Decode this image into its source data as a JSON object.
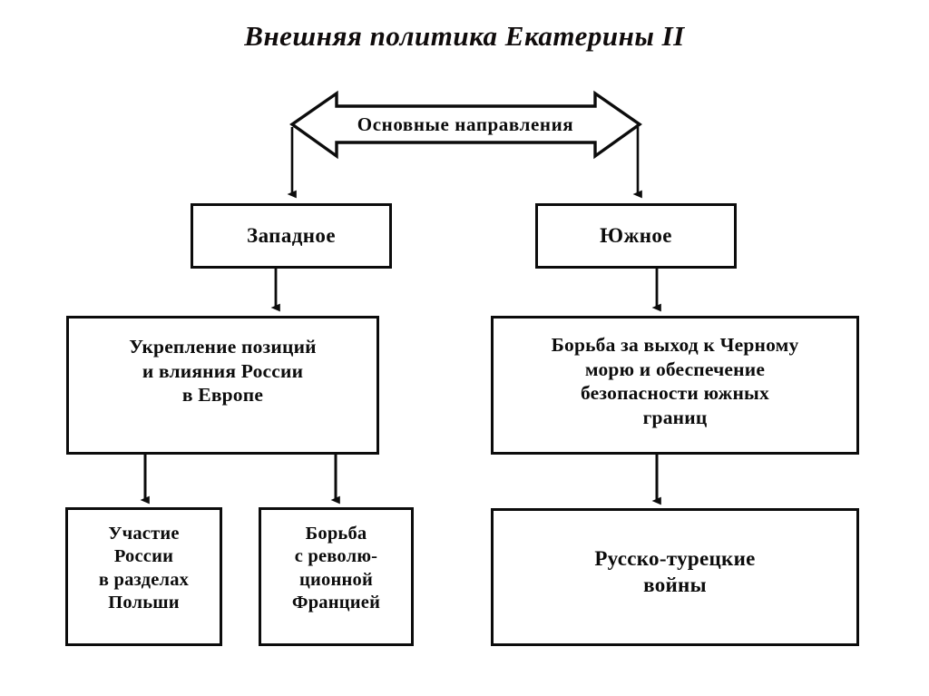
{
  "page": {
    "title": "Внешняя политика Екатерины II",
    "background_color": "#ffffff",
    "ink_color": "#0c0c0c"
  },
  "banner": {
    "label": "Основные направления",
    "shape": "double-headed-horizontal-arrow"
  },
  "diagram": {
    "type": "hierarchy-flowchart",
    "branches": [
      {
        "id": "western",
        "direction_label": "Западное",
        "goal_label": "Укрепление позиций\nи влияния России\nв Европе",
        "outcomes": [
          {
            "id": "poland-partitions",
            "label": "Участие\nРоссии\nв разделах\nПольши"
          },
          {
            "id": "revolutionary-france",
            "label": "Борьба\nс револю-\nционной\nФранцией"
          }
        ]
      },
      {
        "id": "southern",
        "direction_label": "Южное",
        "goal_label": "Борьба за выход к Черному\nморю и обеспечение\nбезопасности южных\nграниц",
        "outcomes": [
          {
            "id": "russo-turkish-wars",
            "label": "Русско-турецкие\nвойны"
          }
        ]
      }
    ]
  },
  "connectors": [
    {
      "id": "banner-to-western",
      "from": "banner-left-tip",
      "to": "western-direction"
    },
    {
      "id": "banner-to-southern",
      "from": "banner-right-tip",
      "to": "southern-direction"
    },
    {
      "id": "western-to-goal",
      "from": "western-direction",
      "to": "western-goal"
    },
    {
      "id": "southern-to-goal",
      "from": "southern-direction",
      "to": "southern-goal"
    },
    {
      "id": "western-goal-to-poland",
      "from": "western-goal",
      "to": "poland-partitions"
    },
    {
      "id": "western-goal-to-france",
      "from": "western-goal",
      "to": "revolutionary-france"
    },
    {
      "id": "southern-goal-to-wars",
      "from": "southern-goal",
      "to": "russo-turkish-wars"
    }
  ]
}
